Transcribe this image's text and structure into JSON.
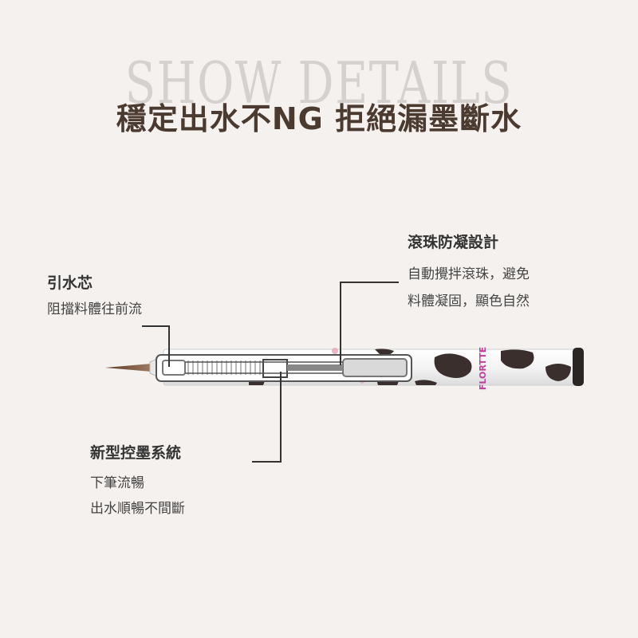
{
  "header": {
    "watermark": "SHOW DETAILS",
    "title": "穩定出水不NG 拒絕漏墨斷水"
  },
  "callouts": {
    "wick": {
      "title": "引水芯",
      "desc": [
        "阻擋料體往前流"
      ]
    },
    "ball": {
      "title": "滾珠防凝設計",
      "desc": [
        "自動攪拌滾珠，避免",
        "料體凝固，顯色自然"
      ]
    },
    "ink_system": {
      "title": "新型控墨系統",
      "desc": [
        "下筆流暢",
        "出水順暢不間斷"
      ]
    }
  },
  "product": {
    "brand_print": "FLORTTE"
  },
  "colors": {
    "background": "#f5f1ee",
    "title": "#4a3a30",
    "watermark": "#d5d1ce",
    "line": "#333333"
  }
}
